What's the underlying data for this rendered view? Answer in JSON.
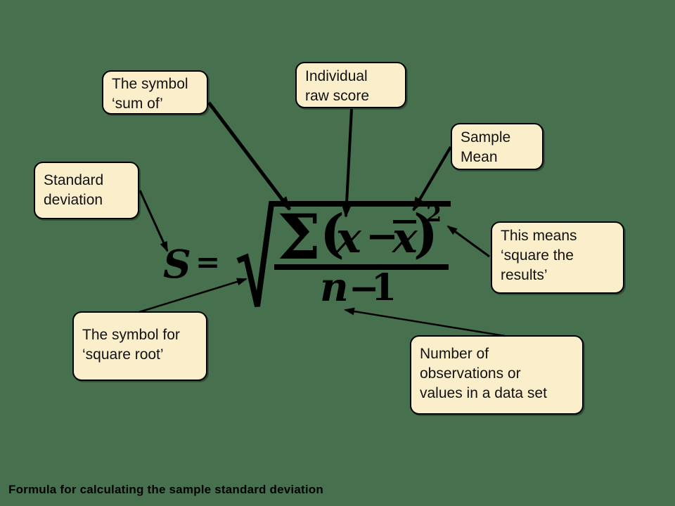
{
  "colors": {
    "background": "#47704E",
    "box_fill": "#FBEFCB",
    "box_border": "#000000",
    "text": "#111111",
    "ink": "#000000"
  },
  "callouts": {
    "sum_of": {
      "lines": [
        "The symbol",
        "‘sum of’"
      ]
    },
    "raw_score": {
      "lines": [
        "Individual",
        "raw score"
      ]
    },
    "sample_mean": {
      "lines": [
        "Sample",
        "Mean"
      ]
    },
    "std_dev": {
      "lines": [
        "Standard",
        "deviation"
      ]
    },
    "square_results": {
      "lines": [
        "This means",
        "‘square the",
        "results’"
      ]
    },
    "square_root": {
      "lines": [
        "The symbol for",
        "‘square root’"
      ]
    },
    "observations": {
      "lines": [
        "Number of",
        "observations or",
        "values in a data set"
      ]
    }
  },
  "formula": {
    "s": "S",
    "equals": "=",
    "sigma": "Σ",
    "lparen": "(",
    "x": "x",
    "minus": "−",
    "xbar": "x",
    "rparen": ")",
    "exponent": "2",
    "n": "n",
    "minus_2": "−",
    "one": "1"
  },
  "caption": "Formula for calculating the sample standard deviation"
}
